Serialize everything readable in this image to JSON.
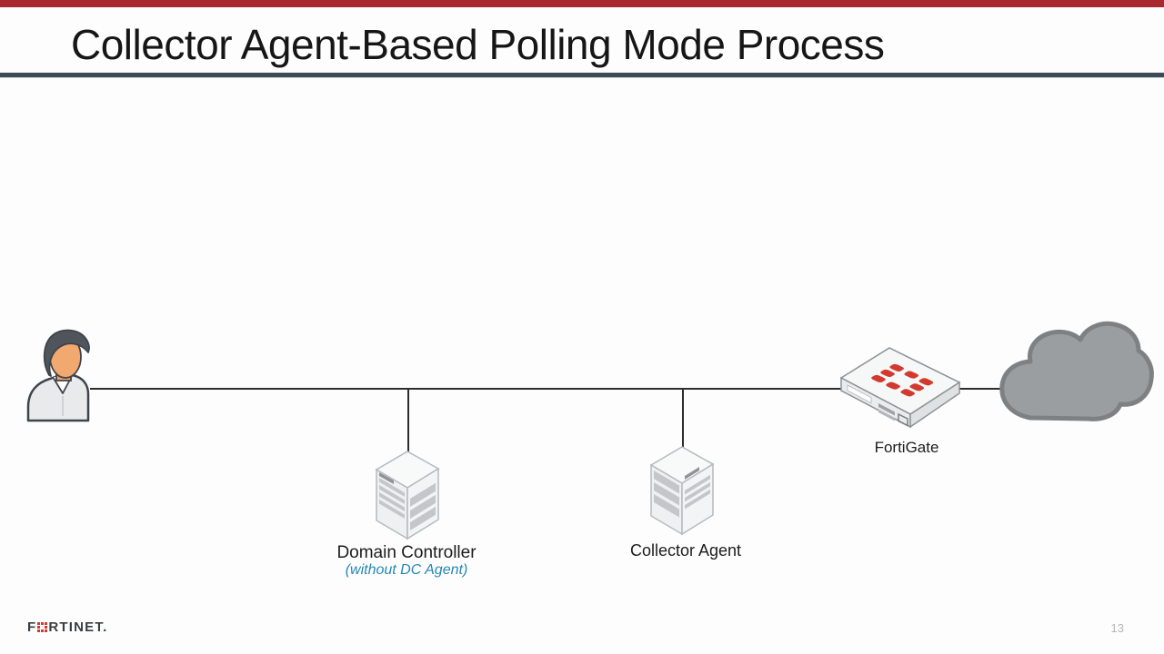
{
  "theme": {
    "top_bar": "#a7292e",
    "title_rule": "#3e4a54",
    "accent_red": "#d23a30",
    "sublabel_blue": "#2786b5",
    "cloud_fill": "#9b9ea1",
    "cloud_stroke": "#7e8184",
    "line_color": "#2d2d2d"
  },
  "slide": {
    "title": "Collector Agent-Based Polling Mode Process"
  },
  "diagram": {
    "fortigate": {
      "label": "FortiGate"
    },
    "domain_controller": {
      "label": "Domain Controller",
      "sublabel": "(without DC Agent)"
    },
    "collector_agent": {
      "label": "Collector Agent"
    }
  },
  "footer": {
    "logo_prefix": "F",
    "logo_suffix": "RTINET.",
    "page_number": "13"
  }
}
